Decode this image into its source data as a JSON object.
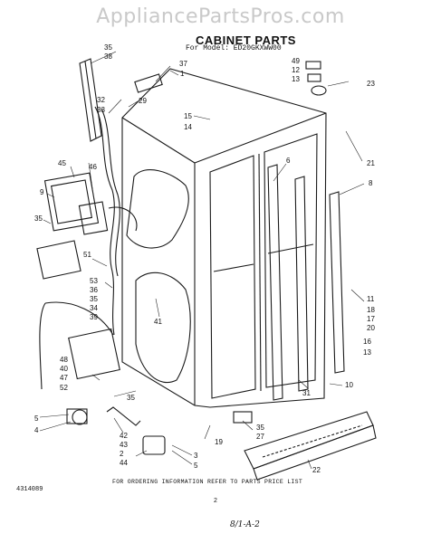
{
  "watermark": "AppliancePartsPros.com",
  "title": "CABINET PARTS",
  "model": "For Model: ED20GKXWW00",
  "footer": "FOR ORDERING INFORMATION REFER TO PARTS PRICE LIST",
  "doc_code": "4314089",
  "page_number": "2",
  "handwritten": "8/1-A-2",
  "callouts": [
    "35",
    "38",
    "37",
    "1",
    "32",
    "33",
    "29",
    "15",
    "14",
    "49",
    "12",
    "13",
    "23",
    "21",
    "6",
    "8",
    "45",
    "46",
    "9",
    "35",
    "51",
    "53",
    "36",
    "35",
    "34",
    "39",
    "41",
    "11",
    "18",
    "17",
    "20",
    "16",
    "13",
    "48",
    "40",
    "47",
    "52",
    "35",
    "31",
    "10",
    "5",
    "4",
    "42",
    "43",
    "2",
    "44",
    "3",
    "5",
    "19",
    "35",
    "27",
    "22"
  ]
}
